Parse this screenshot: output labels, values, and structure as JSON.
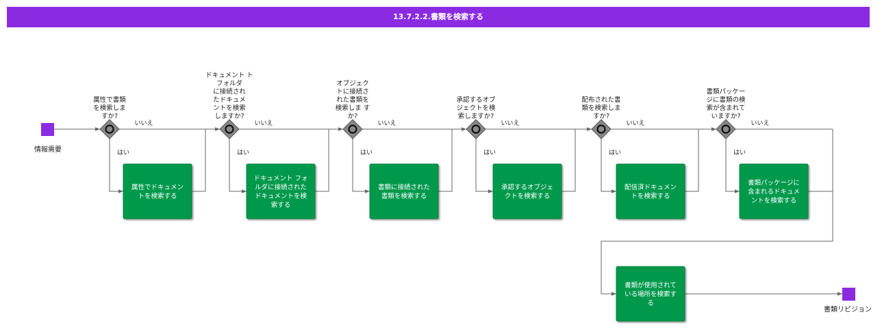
{
  "title": "13.7.2.2.書類を検索する",
  "colors": {
    "title_bg": "#8a2be2",
    "event": "#8a2be2",
    "task": "#00994c",
    "gateway": "#888888"
  },
  "start_event": {
    "label": "情報需要"
  },
  "end_event": {
    "label": "書類リビジョン"
  },
  "yes_label": "はい",
  "no_label": "いいえ",
  "gateways": [
    {
      "question": [
        "属性で書類",
        "を検索しま",
        "すか?"
      ]
    },
    {
      "question": [
        "ドキュメント ト",
        "フォルダ",
        "に接続され",
        "たドキュメ",
        "ントを検索",
        "しますか?"
      ]
    },
    {
      "question": [
        "オブジェク",
        "トに接続さ",
        "れた書類を",
        "検索しま す",
        "か?"
      ]
    },
    {
      "question": [
        "承認するオブ",
        "ジェクトを検",
        "索しますか?"
      ]
    },
    {
      "question": [
        "配布された書",
        "類を検索しま",
        "すか?"
      ]
    },
    {
      "question": [
        "書類パッケー",
        "ジに書類の検",
        "索が含まれて",
        "いますか?"
      ]
    }
  ],
  "tasks": [
    {
      "lines": [
        "属性でドキュメン",
        "トを検索する"
      ]
    },
    {
      "lines": [
        "ドキュメント フォ",
        "ルダに接続された",
        "ドキュメントを検",
        "索する"
      ]
    },
    {
      "lines": [
        "書類に接続された",
        "書類を検索する"
      ]
    },
    {
      "lines": [
        "承認するオブジェ",
        "クトを検索する"
      ]
    },
    {
      "lines": [
        "配信済ドキュメン",
        "トを検索する"
      ]
    },
    {
      "lines": [
        "書類パッケージに",
        "含まれるドキュメ",
        "ントを検索する"
      ]
    }
  ],
  "final_task": {
    "lines": [
      "書類が使用されて",
      "いる場所を検索す",
      "る"
    ]
  }
}
